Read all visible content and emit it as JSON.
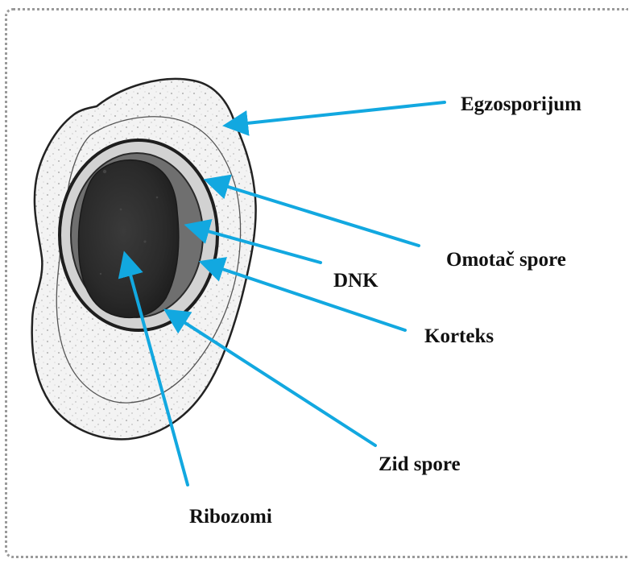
{
  "diagram": {
    "labels": {
      "egzosporijum": "Egzosporijum",
      "omotac_spore": "Omotač spore",
      "dnk": "DNK",
      "korteks": "Korteks",
      "zid_spore": "Zid spore",
      "ribozomi": "Ribozomi"
    },
    "colors": {
      "arrow": "#12a8e0",
      "outline": "#222222",
      "core": "#2c2c2c",
      "cortex": "#6a6a6a",
      "coat_ring": "#c8c8c8",
      "exosporium_fill": "#f1f1f1",
      "frame": "#9a9a9a"
    }
  }
}
